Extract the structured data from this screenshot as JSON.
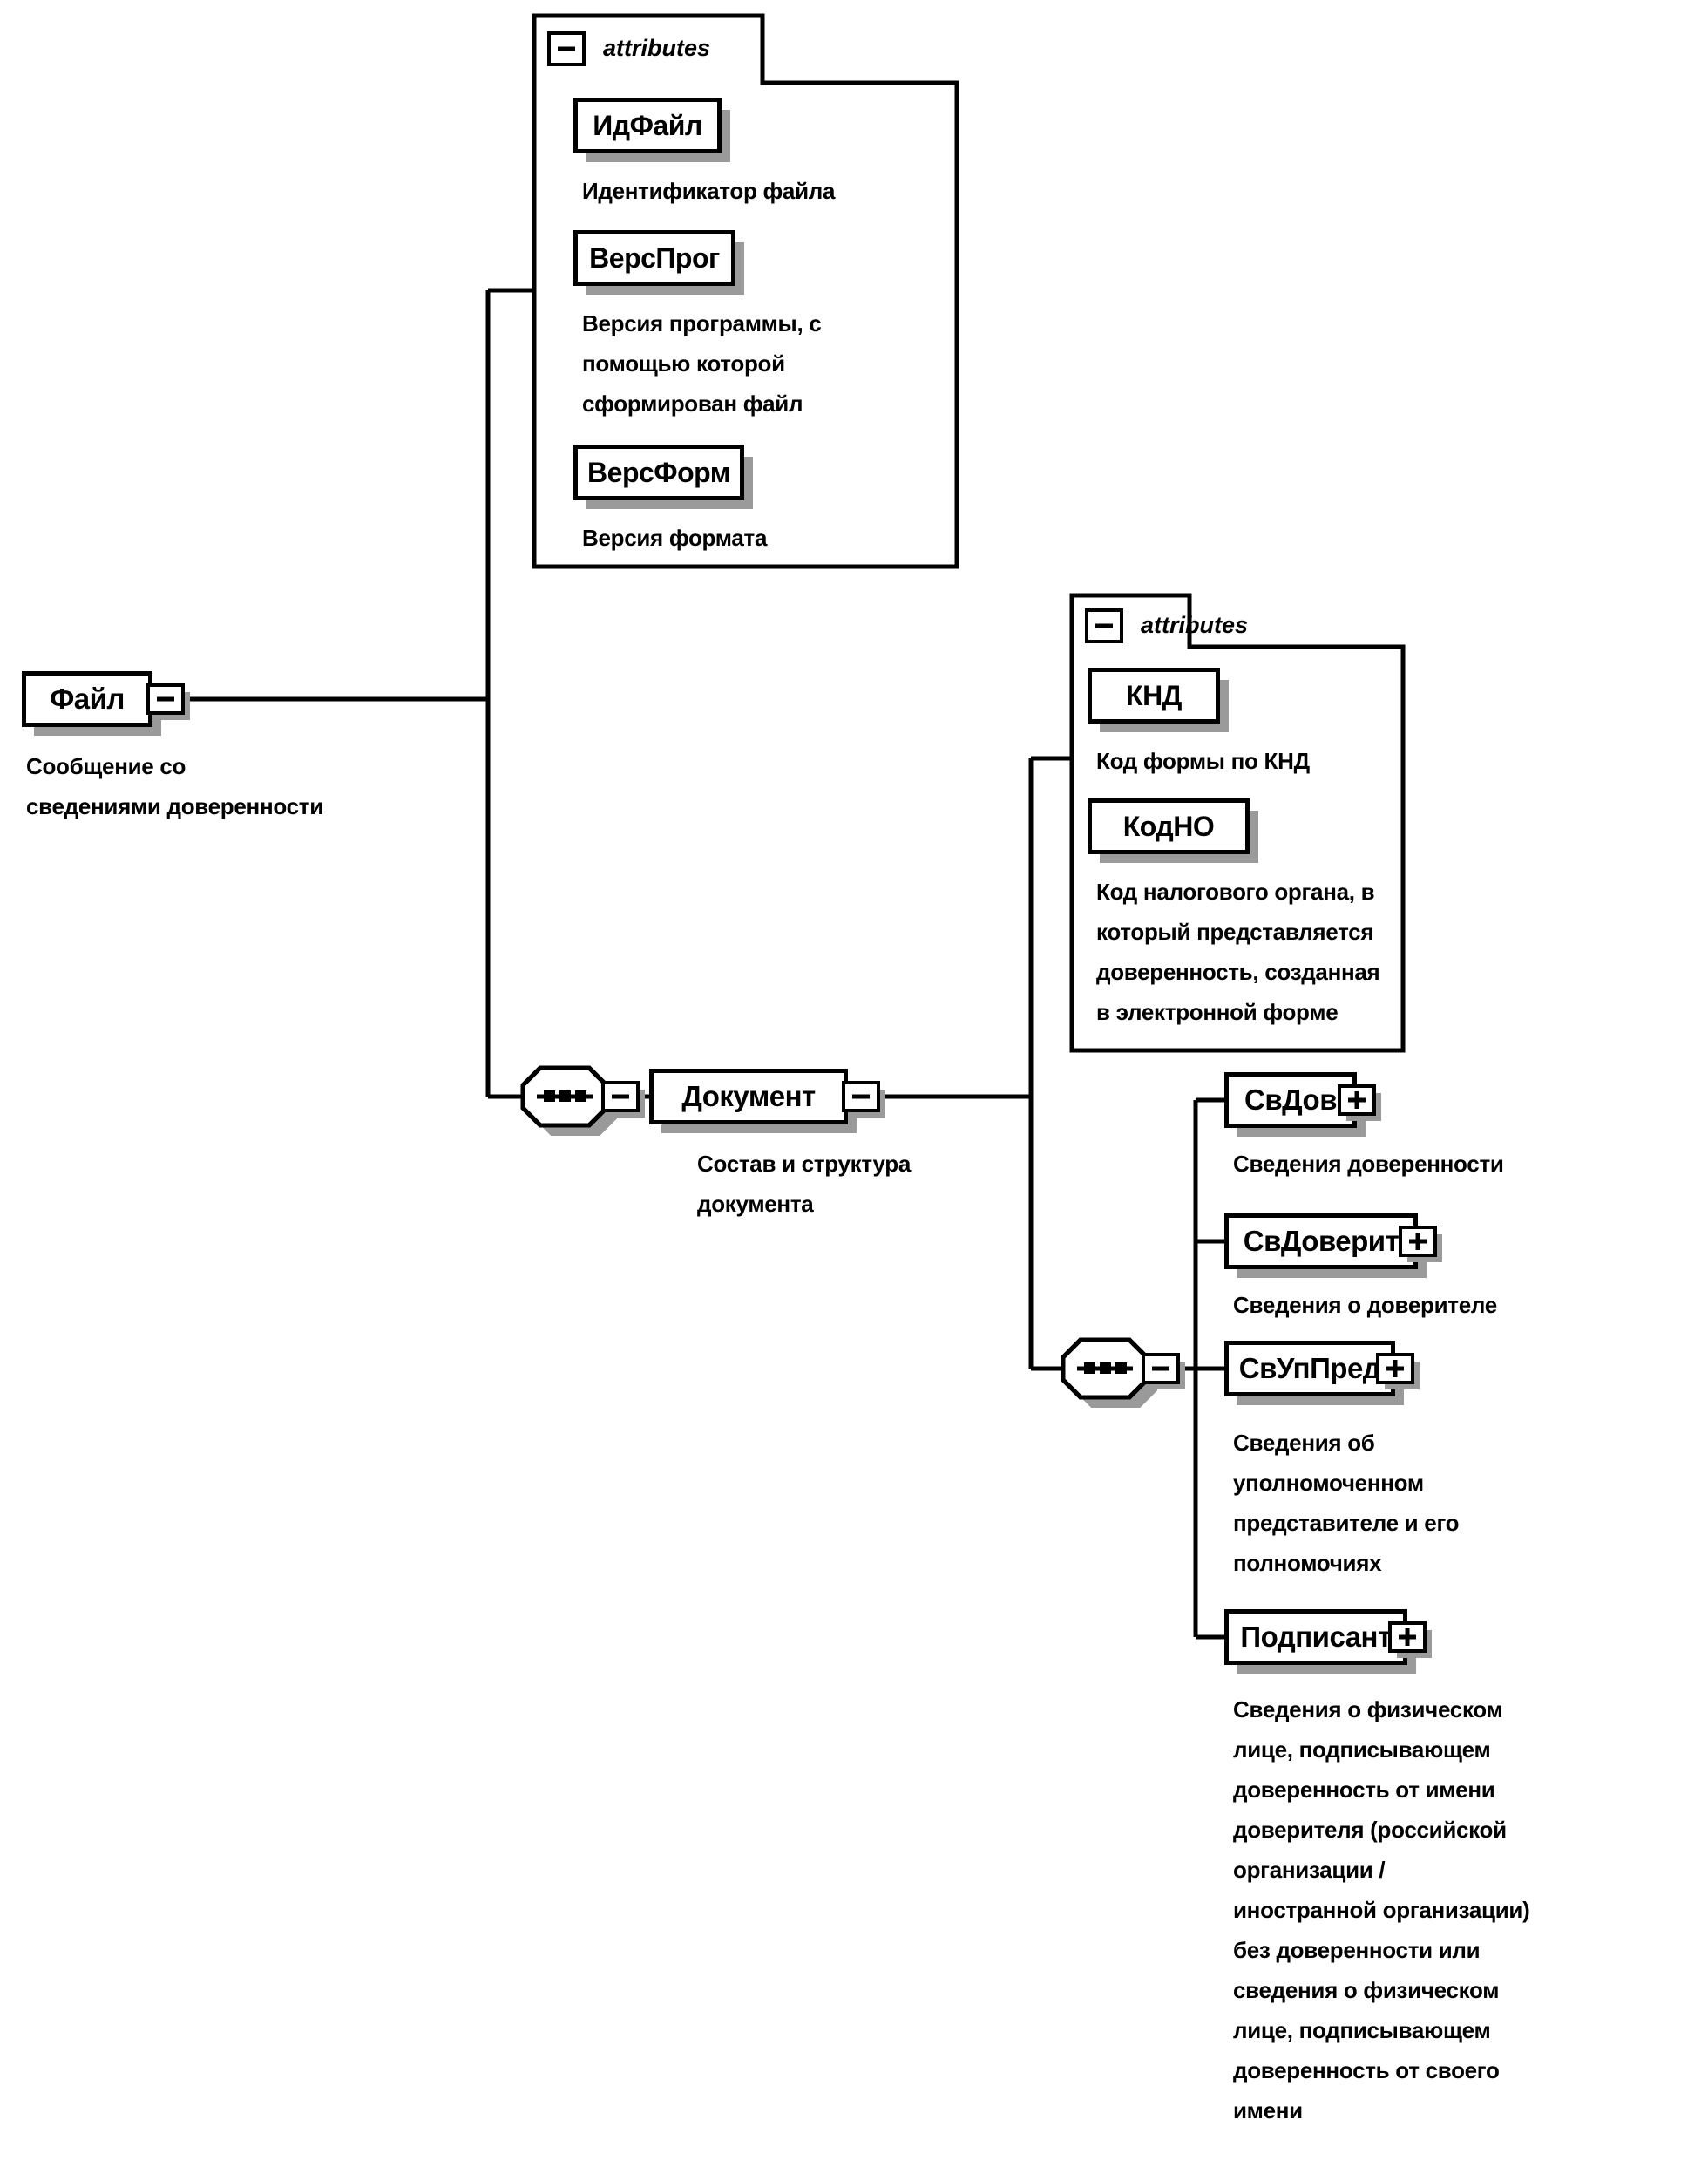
{
  "diagram": {
    "attributes_label": "attributes",
    "file": {
      "name": "Файл",
      "annotation": "Сообщение со\nсведениями доверенности"
    },
    "file_attributes": [
      {
        "name": "ИдФайл",
        "annotation": "Идентификатор файла"
      },
      {
        "name": "ВерсПрог",
        "annotation": "Версия программы, с\nпомощью которой\nсформирован файл"
      },
      {
        "name": "ВерсФорм",
        "annotation": "Версия формата"
      }
    ],
    "document": {
      "name": "Документ",
      "annotation": "Состав и структура\nдокумента"
    },
    "document_attributes": [
      {
        "name": "КНД",
        "annotation": "Код формы по КНД"
      },
      {
        "name": "КодНО",
        "annotation": "Код налогового органа, в\nкоторый представляется\nдоверенность, созданная\nв электронной форме"
      }
    ],
    "document_children": [
      {
        "name": "СвДов",
        "annotation": "Сведения доверенности"
      },
      {
        "name": "СвДоверит",
        "annotation": "Сведения о доверителе"
      },
      {
        "name": "СвУпПред",
        "annotation": "Сведения об\nуполномоченном\nпредставителе и его\nполномочиях"
      },
      {
        "name": "Подписант",
        "annotation": "Сведения о физическом\nлице, подписывающем\nдоверенность от имени\nдоверителя (российской\nорганизации /\nиностранной организации)\nбез доверенности или\nсведения о физическом\nлице, подписывающем\nдоверенность от своего\nимени"
      }
    ]
  }
}
